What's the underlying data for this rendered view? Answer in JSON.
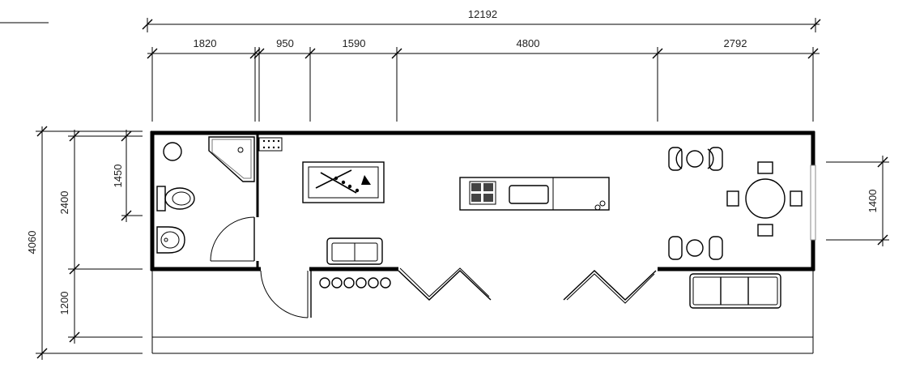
{
  "dimensions": {
    "overall_length": "12192",
    "segment_1": "1820",
    "segment_2": "950",
    "segment_3": "1590",
    "segment_4": "4800",
    "segment_5": "2792",
    "overall_depth": "4060",
    "container_width": "2400",
    "bathroom_depth": "1450",
    "deck_depth": "1200",
    "window_width": "1400"
  }
}
